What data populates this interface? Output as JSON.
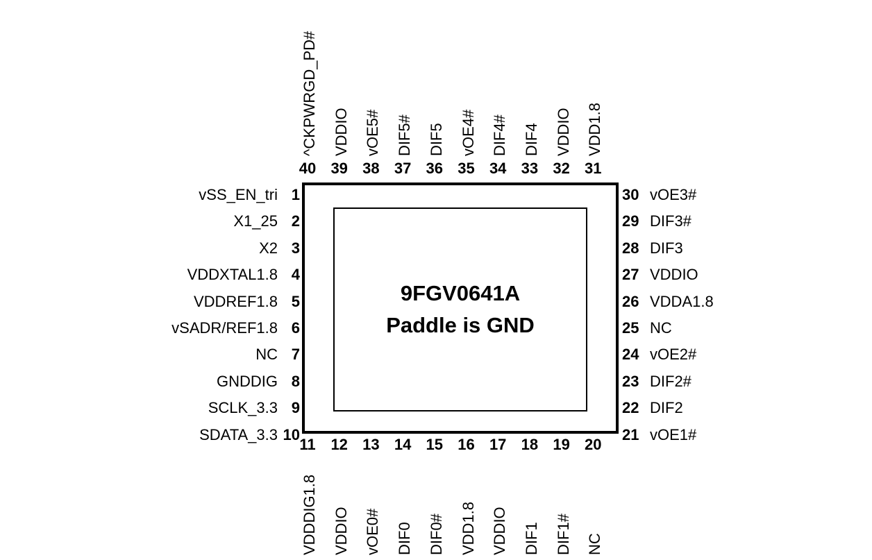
{
  "diagram": {
    "title": "9FGV0641A pinout",
    "part_number": "9FGV0641A",
    "paddle_note": "Paddle is GND",
    "package_pin_count": 40,
    "colors": {
      "outline": "#000000",
      "text": "#000000",
      "background": "#ffffff"
    }
  },
  "center": {
    "line1": "9FGV0641A",
    "line2": "Paddle is GND"
  },
  "pins": {
    "left": [
      {
        "number": "1",
        "label": "vSS_EN_tri"
      },
      {
        "number": "2",
        "label": "X1_25"
      },
      {
        "number": "3",
        "label": "X2"
      },
      {
        "number": "4",
        "label": "VDDXTAL1.8"
      },
      {
        "number": "5",
        "label": "VDDREF1.8"
      },
      {
        "number": "6",
        "label": "vSADR/REF1.8"
      },
      {
        "number": "7",
        "label": "NC"
      },
      {
        "number": "8",
        "label": "GNDDIG"
      },
      {
        "number": "9",
        "label": "SCLK_3.3"
      },
      {
        "number": "10",
        "label": "SDATA_3.3"
      }
    ],
    "bottom": [
      {
        "number": "11",
        "label": "VDDDIG1.8"
      },
      {
        "number": "12",
        "label": "VDDIO"
      },
      {
        "number": "13",
        "label": "vOE0#"
      },
      {
        "number": "14",
        "label": "DIF0"
      },
      {
        "number": "15",
        "label": "DIF0#"
      },
      {
        "number": "16",
        "label": "VDD1.8"
      },
      {
        "number": "17",
        "label": "VDDIO"
      },
      {
        "number": "18",
        "label": "DIF1"
      },
      {
        "number": "19",
        "label": "DIF1#"
      },
      {
        "number": "20",
        "label": "NC"
      }
    ],
    "right": [
      {
        "number": "30",
        "label": "vOE3#"
      },
      {
        "number": "29",
        "label": "DIF3#"
      },
      {
        "number": "28",
        "label": "DIF3"
      },
      {
        "number": "27",
        "label": "VDDIO"
      },
      {
        "number": "26",
        "label": "VDDA1.8"
      },
      {
        "number": "25",
        "label": "NC"
      },
      {
        "number": "24",
        "label": "vOE2#"
      },
      {
        "number": "23",
        "label": "DIF2#"
      },
      {
        "number": "22",
        "label": "DIF2"
      },
      {
        "number": "21",
        "label": "vOE1#"
      }
    ],
    "top": [
      {
        "number": "40",
        "label": "^CKPWRGD_PD#"
      },
      {
        "number": "39",
        "label": "VDDIO"
      },
      {
        "number": "38",
        "label": "vOE5#"
      },
      {
        "number": "37",
        "label": "DIF5#"
      },
      {
        "number": "36",
        "label": "DIF5"
      },
      {
        "number": "35",
        "label": "vOE4#"
      },
      {
        "number": "34",
        "label": "DIF4#"
      },
      {
        "number": "33",
        "label": "DIF4"
      },
      {
        "number": "32",
        "label": "VDDIO"
      },
      {
        "number": "31",
        "label": "VDD1.8"
      }
    ]
  }
}
